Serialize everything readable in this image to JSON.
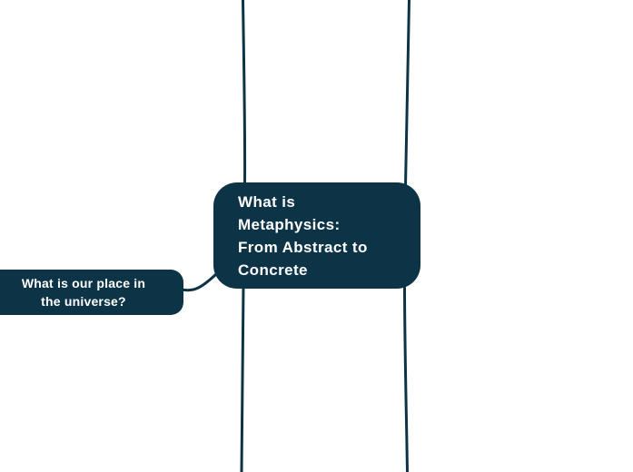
{
  "canvas": {
    "background": "#ffffff"
  },
  "colors": {
    "node_fill": "#0d3347",
    "node_text": "#ffffff",
    "edge": "#0d3347"
  },
  "mindmap": {
    "central_node": {
      "text": "What is Metaphysics: From Abstract to Concrete",
      "lines": [
        "What is",
        "Metaphysics:",
        "From Abstract to",
        "Concrete"
      ]
    },
    "child_node": {
      "text": "What is our place in the universe?",
      "lines": [
        "What is our place in",
        "the universe?"
      ]
    },
    "edges": [
      {
        "name": "edge-central-to-offscreen-top-left"
      },
      {
        "name": "edge-central-to-offscreen-top-right"
      },
      {
        "name": "edge-central-to-offscreen-bottom-left"
      },
      {
        "name": "edge-central-to-offscreen-bottom-right"
      },
      {
        "name": "edge-central-to-child-left"
      }
    ]
  }
}
